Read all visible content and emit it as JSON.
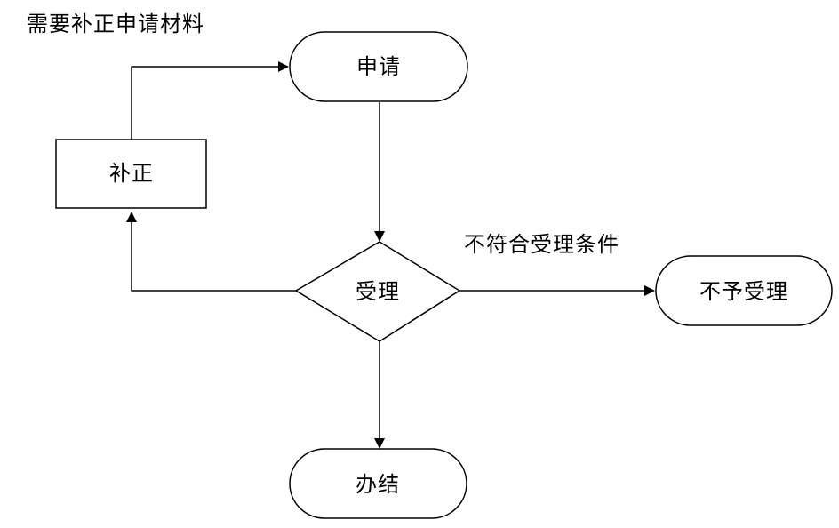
{
  "nodes": {
    "apply": {
      "label": "申请"
    },
    "supplement": {
      "label": "补正"
    },
    "accept": {
      "label": "受理"
    },
    "reject": {
      "label": "不予受理"
    },
    "complete": {
      "label": "办结"
    }
  },
  "edge_labels": {
    "need_supplement": "需要补正申请材料",
    "not_eligible": "不符合受理条件"
  },
  "colors": {
    "stroke": "#000000",
    "fill": "#ffffff",
    "text": "#000000"
  }
}
